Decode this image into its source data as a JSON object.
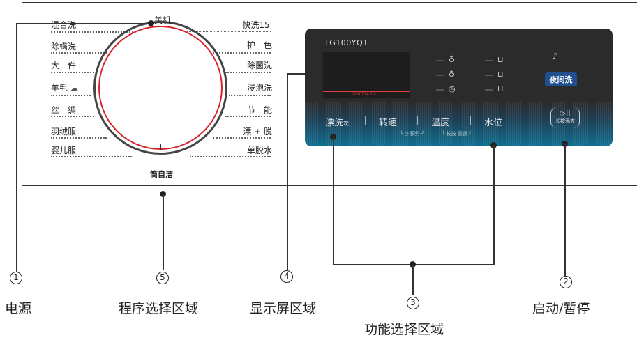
{
  "programs": {
    "left": [
      "混合洗",
      "除螨洗",
      "大　件",
      "羊毛",
      "丝　绸",
      "羽绒服",
      "婴儿服"
    ],
    "right": [
      "快洗15'",
      "护　色",
      "除菌洗",
      "浸泡洗",
      "节　能",
      "漂 + 脱",
      "单脱水"
    ],
    "top": "关机",
    "bottom": "筒自洁"
  },
  "display_panel": {
    "model": "TG100YQ1",
    "screen_scale": "50mm±0.5",
    "night_wash": "夜间洗",
    "functions": [
      {
        "label": "漂洗",
        "sub": "次"
      },
      {
        "label": "转速",
        "sub": ""
      },
      {
        "label": "温度",
        "sub": ""
      },
      {
        "label": "水位",
        "sub": ""
      }
    ],
    "sub_labels": {
      "reserve": "预约",
      "child_lock": "长按 童锁"
    },
    "start": {
      "symbol": "▷II",
      "label": "长按添衣"
    }
  },
  "callouts": [
    {
      "num": "1",
      "label": "电源"
    },
    {
      "num": "5",
      "label": "程序选择区域"
    },
    {
      "num": "4",
      "label": "显示屏区域"
    },
    {
      "num": "3",
      "label": "功能选择区域"
    },
    {
      "num": "2",
      "label": "启动/暂停"
    }
  ],
  "icons": [
    "detergent-icon",
    "softener-icon",
    "timer-icon",
    "water-level-high-icon",
    "water-level-mid-icon",
    "water-level-low-icon",
    "night-mode-icon",
    "wool-icon"
  ]
}
